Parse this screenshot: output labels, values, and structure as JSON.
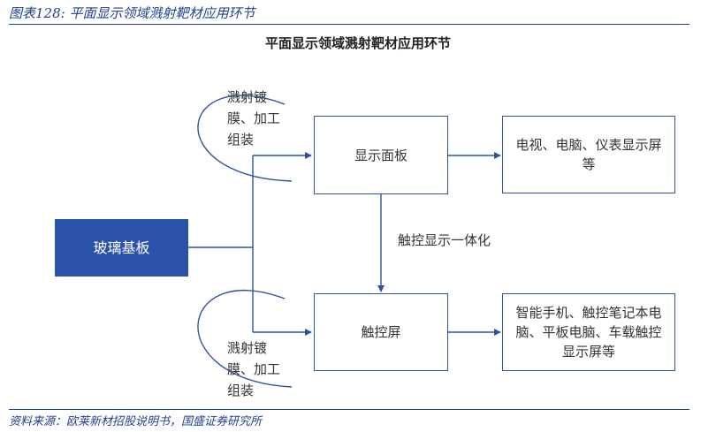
{
  "figure_label": "图表128:  平面显示领域溅射靶材应用环节",
  "title": "平面显示领域溅射靶材应用环节",
  "nodes": {
    "glass": "玻璃基板",
    "display_panel": "显示面板",
    "touch_screen": "触控屏",
    "display_apps": "电视、电脑、仪表显示屏等",
    "touch_apps": "智能手机、触控笔记本电脑、平板电脑、车载触控显示屏等"
  },
  "labels": {
    "sputter_top": "溅射镀膜、加工组装",
    "sputter_bottom": "溅射镀膜、加工组装",
    "integration": "触控显示一体化"
  },
  "colors": {
    "accent": "#2f53a0",
    "filled": "#2a52a8"
  },
  "source": "资料来源：欧莱新材招股说明书，国盛证券研究所"
}
